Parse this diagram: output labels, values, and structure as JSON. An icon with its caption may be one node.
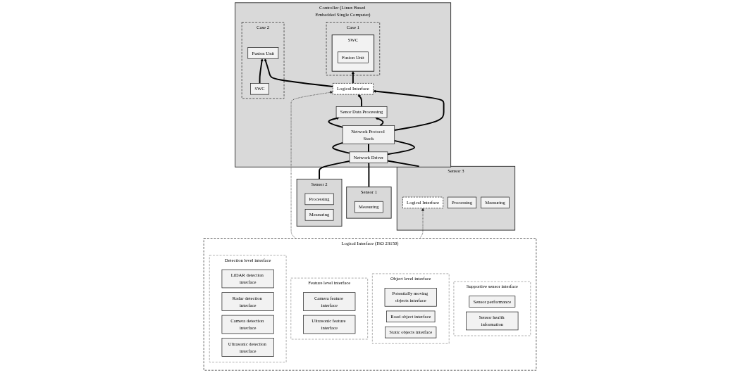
{
  "diagram": {
    "nodes": [
      {
        "text": [
          "Controller (Linux Based Embedded Single Computer)"
        ]
      },
      {
        "text": [
          "Case 1"
        ],
        "in": 0
      },
      {
        "text": [
          "SWC"
        ],
        "in": 1
      },
      {
        "text": [
          "Fusion Unit"
        ],
        "in": 2
      },
      {
        "text": [
          "Case 2"
        ],
        "in": 0
      },
      {
        "text": [
          "Fusion Unit"
        ],
        "in": 4
      },
      {
        "text": [
          "SWC"
        ],
        "in": 4
      },
      {
        "text": [
          "Senor Data Processing"
        ],
        "in": 0
      },
      {
        "text": [
          "Logical Interface"
        ],
        "in": 0
      },
      {
        "text": [
          "Network Protocol Stack"
        ],
        "in": 0
      },
      {
        "text": [
          "Network Driver"
        ],
        "in": 0
      },
      {
        "text": [
          "Sensor 1"
        ]
      },
      {
        "text": [
          "Measuring"
        ],
        "in": 11
      },
      {
        "text": [
          "Sensor 2"
        ]
      },
      {
        "text": [
          "Processing"
        ],
        "in": 13
      },
      {
        "text": [
          "Measuring"
        ],
        "in": 13
      },
      {
        "text": [
          "Sensor 3"
        ]
      },
      {
        "text": [
          "Logical Interface"
        ],
        "in": 16
      },
      {
        "text": [
          "Processing"
        ],
        "in": 16
      },
      {
        "text": [
          "Measuring"
        ],
        "in": 16
      },
      {
        "text": [
          "Logical Interface (ISO 23150)"
        ]
      },
      {
        "text": [
          "Supportive sensor interface"
        ],
        "in": 20
      },
      {
        "text": [
          "Sensor performance"
        ],
        "in": 21
      },
      {
        "text": [
          "Sensor health information"
        ],
        "in": 21
      },
      {
        "text": [
          "Object level interface"
        ],
        "in": 20
      },
      {
        "text": [
          "Potentially moving objects interface"
        ],
        "in": 24
      },
      {
        "text": [
          "Road object interface"
        ],
        "in": 24
      },
      {
        "text": [
          "Static objects interface"
        ],
        "in": 24
      },
      {
        "text": [
          "Feature level interface"
        ],
        "in": 20
      },
      {
        "text": [
          "Camera feature interface"
        ],
        "in": 28
      },
      {
        "text": [
          "Ultrasonic feature interface"
        ],
        "in": 28
      },
      {
        "text": [
          "Detection level interface"
        ],
        "in": 20
      },
      {
        "text": [
          "LiDAR detection interface"
        ],
        "in": 31
      },
      {
        "text": [
          "Radar detection interface"
        ],
        "in": 31
      },
      {
        "text": [
          "Camera detection interface"
        ],
        "in": 31
      },
      {
        "text": [
          "Ultrasonic detection interface"
        ],
        "in": 31
      }
    ],
    "edges": [
      {
        "from": 11,
        "to": 10,
        "arrow": "none"
      },
      {
        "from": 13,
        "to": 10,
        "arrow": "none"
      },
      {
        "from": 16,
        "to": 10,
        "arrow": "none"
      },
      {
        "from": 10,
        "to": 9,
        "arrow": "none"
      },
      {
        "from": 10,
        "to": 9,
        "arrow": "none"
      },
      {
        "from": 10,
        "to": 9,
        "arrow": "none"
      },
      {
        "from": 9,
        "to": 7,
        "arrow": "to"
      },
      {
        "from": 9,
        "to": 7,
        "arrow": "to"
      },
      {
        "from": 9,
        "to": 8,
        "arrow": "to"
      },
      {
        "from": 7,
        "to": 8,
        "arrow": "to"
      },
      {
        "from": 8,
        "to": 2,
        "arrow": "to"
      },
      {
        "from": 8,
        "to": 5,
        "arrow": "to"
      },
      {
        "from": 6,
        "to": 5,
        "arrow": "to"
      },
      {
        "from": 20,
        "to": 8,
        "arrow": "to",
        "style": "dashed"
      },
      {
        "from": 20,
        "to": 17,
        "arrow": "to",
        "style": "dashed"
      }
    ]
  }
}
